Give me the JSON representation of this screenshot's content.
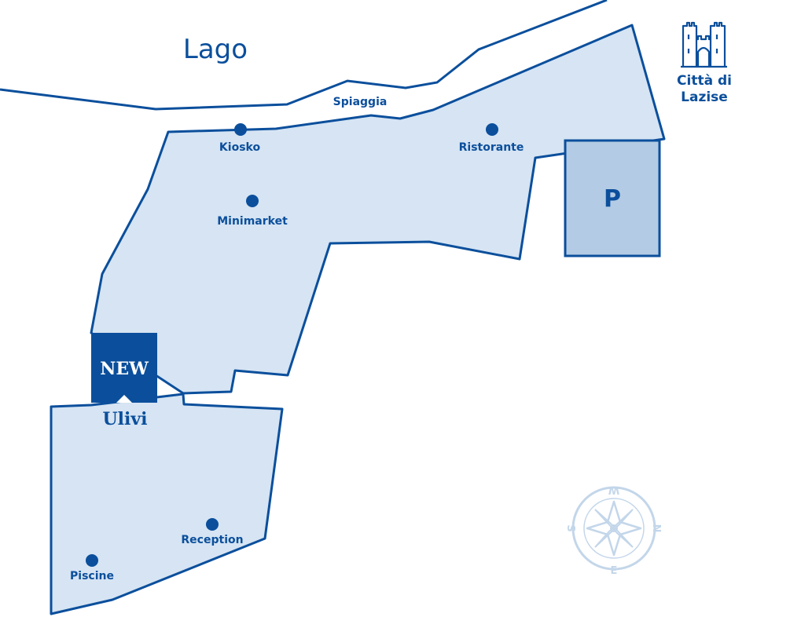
{
  "map": {
    "lake_label": "Lago",
    "beach_label": "Spiaggia",
    "city": {
      "line1": "Città di",
      "line2": "Lazise",
      "icon": "castle-icon"
    },
    "parking_label": "P",
    "new_badge": "NEW",
    "zone_label": "Ulivi",
    "points": [
      {
        "id": "kiosko",
        "label": "Kiosko"
      },
      {
        "id": "ristorante",
        "label": "Ristorante"
      },
      {
        "id": "minimarket",
        "label": "Minimarket"
      },
      {
        "id": "reception",
        "label": "Reception"
      },
      {
        "id": "piscine",
        "label": "Piscine"
      }
    ],
    "compass": {
      "n": "N",
      "s": "S",
      "e": "E",
      "w": "W",
      "icon": "compass-rose-icon"
    },
    "colors": {
      "outline": "#0b4f9c",
      "area_fill": "#d6e4f3",
      "parking_fill": "#b3cbe4",
      "badge_fill": "#0b4f9c",
      "compass": "#c3d6ea"
    }
  }
}
